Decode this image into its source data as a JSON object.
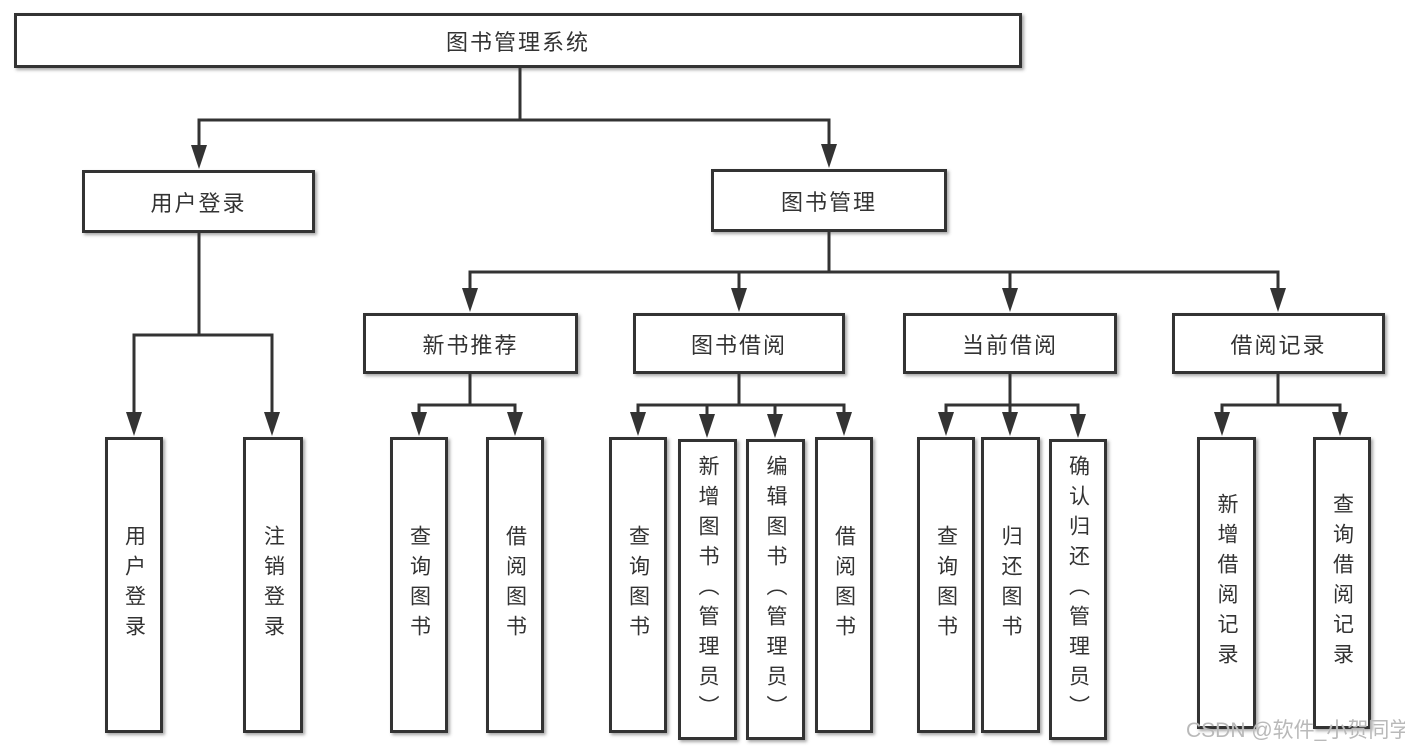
{
  "tree": {
    "root": "图书管理系统",
    "branches": [
      {
        "label": "用户登录",
        "children": [
          "用户登录",
          "注销登录"
        ]
      },
      {
        "label": "图书管理",
        "groups": [
          {
            "label": "新书推荐",
            "children": [
              "查询图书",
              "借阅图书"
            ]
          },
          {
            "label": "图书借阅",
            "children": [
              "查询图书",
              "新增图书（管理员）",
              "编辑图书（管理员）",
              "借阅图书"
            ]
          },
          {
            "label": "当前借阅",
            "children": [
              "查询图书",
              "归还图书",
              "确认归还（管理员）"
            ]
          },
          {
            "label": "借阅记录",
            "children": [
              "新增借阅记录",
              "查询借阅记录"
            ]
          }
        ]
      }
    ]
  },
  "watermark": {
    "text": "CSDN @软件_小贺同学"
  },
  "colors": {
    "line": "#333333",
    "box_fill": "#ffffff",
    "text": "#333333",
    "watermark": "#b9b9b9"
  }
}
